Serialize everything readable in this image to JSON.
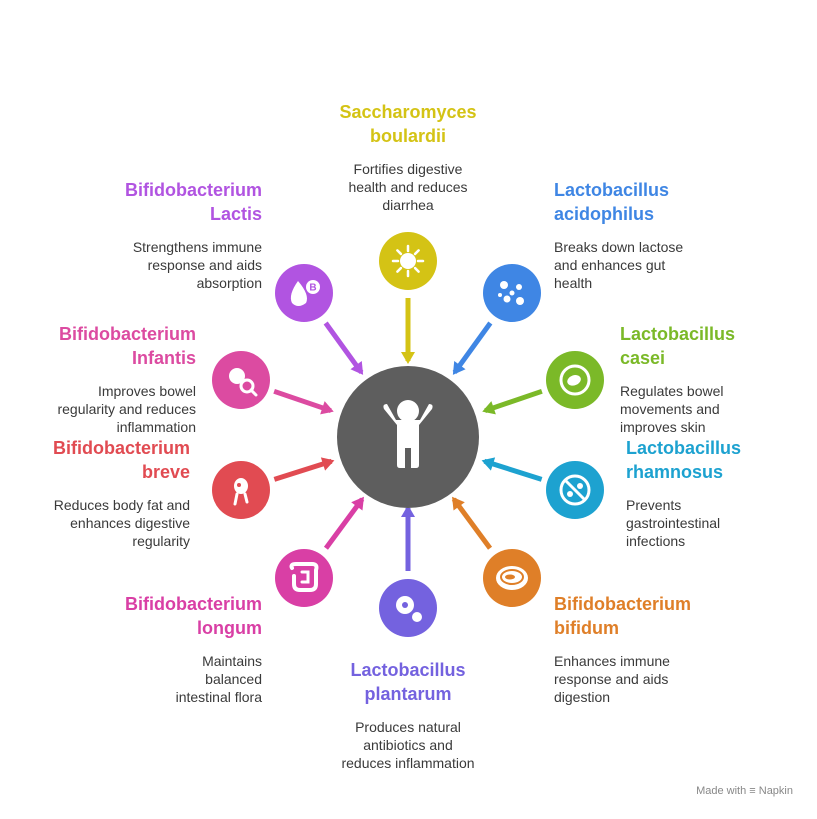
{
  "center": {
    "icon": "child-icon",
    "color": "#5e5e5e"
  },
  "items": [
    {
      "id": "saccharomyces-boulardii",
      "title_line1": "Saccharomyces",
      "title_line2": "boulardii",
      "desc_line1": "Fortifies digestive",
      "desc_line2": "health and reduces",
      "desc_line3": "diarrhea",
      "color": "#d4c315",
      "icon": "yeast-icon"
    },
    {
      "id": "lactobacillus-acidophilus",
      "title_line1": "Lactobacillus",
      "title_line2": "acidophilus",
      "desc_line1": "Breaks down lactose",
      "desc_line2": "and enhances gut",
      "desc_line3": "health",
      "color": "#3f86e4",
      "icon": "bacteria-icon"
    },
    {
      "id": "lactobacillus-casei",
      "title_line1": "Lactobacillus",
      "title_line2": "casei",
      "desc_line1": "Regulates bowel",
      "desc_line2": "movements and",
      "desc_line3": "improves skin",
      "color": "#7bb928",
      "icon": "petri-dish-icon"
    },
    {
      "id": "lactobacillus-rhamnosus",
      "title_line1": "Lactobacillus",
      "title_line2": "rhamnosus",
      "desc_line1": "Prevents",
      "desc_line2": "gastrointestinal",
      "desc_line3": "infections",
      "color": "#1da2d0",
      "icon": "no-bacteria-icon"
    },
    {
      "id": "bifidobacterium-bifidum",
      "title_line1": "Bifidobacterium",
      "title_line2": "bifidum",
      "desc_line1": "Enhances immune",
      "desc_line2": "response and aids",
      "desc_line3": "digestion",
      "color": "#df7f28",
      "icon": "culture-dish-icon"
    },
    {
      "id": "lactobacillus-plantarum",
      "title_line1": "Lactobacillus",
      "title_line2": "plantarum",
      "desc_line1": "Produces natural",
      "desc_line2": "antibiotics and",
      "desc_line3": "reduces inflammation",
      "color": "#7462df",
      "icon": "virus-gears-icon"
    },
    {
      "id": "bifidobacterium-longum",
      "title_line1": "Bifidobacterium",
      "title_line2": "longum",
      "desc_line1": "Maintains",
      "desc_line2": "balanced",
      "desc_line3": "intestinal flora",
      "color": "#d93fa5",
      "icon": "intestine-icon"
    },
    {
      "id": "bifidobacterium-breve",
      "title_line1": "Bifidobacterium",
      "title_line2": "breve",
      "desc_line1": "Reduces body fat and",
      "desc_line2": "enhances digestive",
      "desc_line3": "regularity",
      "color": "#e14b52",
      "icon": "microbe-icon"
    },
    {
      "id": "bifidobacterium-infantis",
      "title_line1": "Bifidobacterium",
      "title_line2": "Infantis",
      "desc_line1": "Improves bowel",
      "desc_line2": "regularity and reduces",
      "desc_line3": "inflammation",
      "color": "#dc4ba1",
      "icon": "virus-search-icon"
    },
    {
      "id": "bifidobacterium-lactis",
      "title_line1": "Bifidobacterium",
      "title_line2": "Lactis",
      "desc_line1": "Strengthens immune",
      "desc_line2": "response and aids",
      "desc_line3": "absorption",
      "color": "#b154e1",
      "icon": "vitamin-b-drop-icon"
    }
  ],
  "credit": {
    "made_with": "Made with",
    "brand": "Napkin"
  }
}
